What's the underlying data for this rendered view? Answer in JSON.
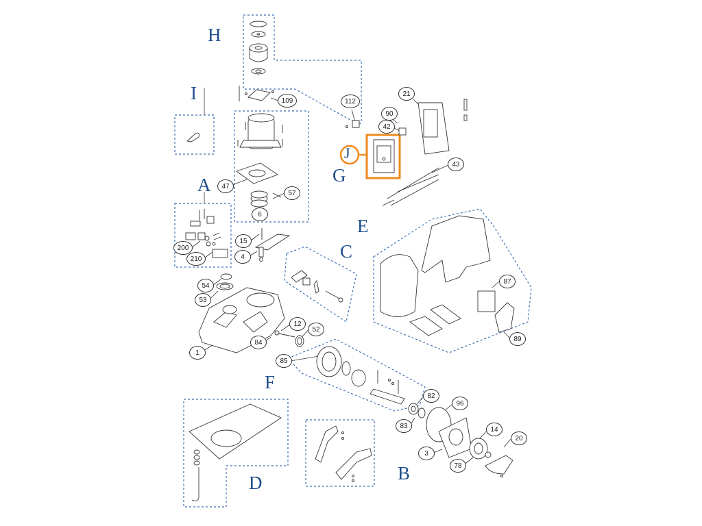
{
  "groups": [
    {
      "id": "H",
      "letter": "H"
    },
    {
      "id": "I",
      "letter": "I"
    },
    {
      "id": "A",
      "letter": "A"
    },
    {
      "id": "G",
      "letter": "G"
    },
    {
      "id": "J",
      "letter": "J",
      "highlighted": true
    },
    {
      "id": "C",
      "letter": "C"
    },
    {
      "id": "E",
      "letter": "E"
    },
    {
      "id": "F",
      "letter": "F"
    },
    {
      "id": "D",
      "letter": "D"
    },
    {
      "id": "B",
      "letter": "B"
    }
  ],
  "callouts": [
    "109",
    "112",
    "21",
    "90",
    "42",
    "43",
    "47",
    "57",
    "6",
    "200",
    "210",
    "15",
    "4",
    "54",
    "53",
    "12",
    "52",
    "84",
    "1",
    "85",
    "87",
    "89",
    "82",
    "96",
    "83",
    "14",
    "20",
    "3",
    "78"
  ],
  "colors": {
    "group_label": "#1f4e8c",
    "dashed_border": "#3a6fb5",
    "highlight": "#f08a1c",
    "line_art": "#333333"
  }
}
